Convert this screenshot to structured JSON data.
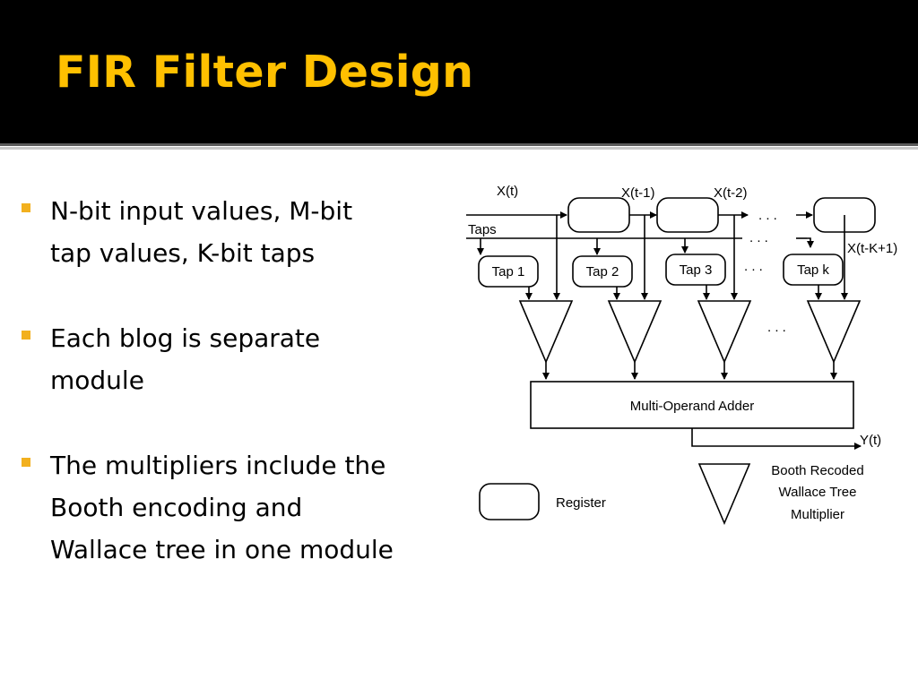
{
  "slide": {
    "title": "FIR Filter Design",
    "bullet_color": "#f2b01e",
    "title_color": "#ffc000",
    "bullets": [
      {
        "line1": "N-bit input values, M-bit",
        "line2": "tap values, K-bit taps"
      },
      {
        "line1": "Each blog is separate",
        "line2": "module"
      },
      {
        "line1": "The multipliers include the",
        "line2": "Booth encoding and",
        "line3": "Wallace tree in one module"
      }
    ]
  },
  "diagram": {
    "signals": {
      "x_t": "X(t)",
      "x_t1": "X(t-1)",
      "x_t2": "X(t-2)",
      "x_tk1": "X(t-K+1)",
      "taps": "Taps",
      "y_t": "Y(t)"
    },
    "taps": [
      "Tap 1",
      "Tap 2",
      "Tap 3",
      "Tap k"
    ],
    "ellipsis": ". . .",
    "adder_label": "Multi-Operand Adder",
    "legend": {
      "register": "Register",
      "multiplier_line1": "Booth Recoded",
      "multiplier_line2": "Wallace Tree",
      "multiplier_line3": "Multiplier"
    }
  }
}
